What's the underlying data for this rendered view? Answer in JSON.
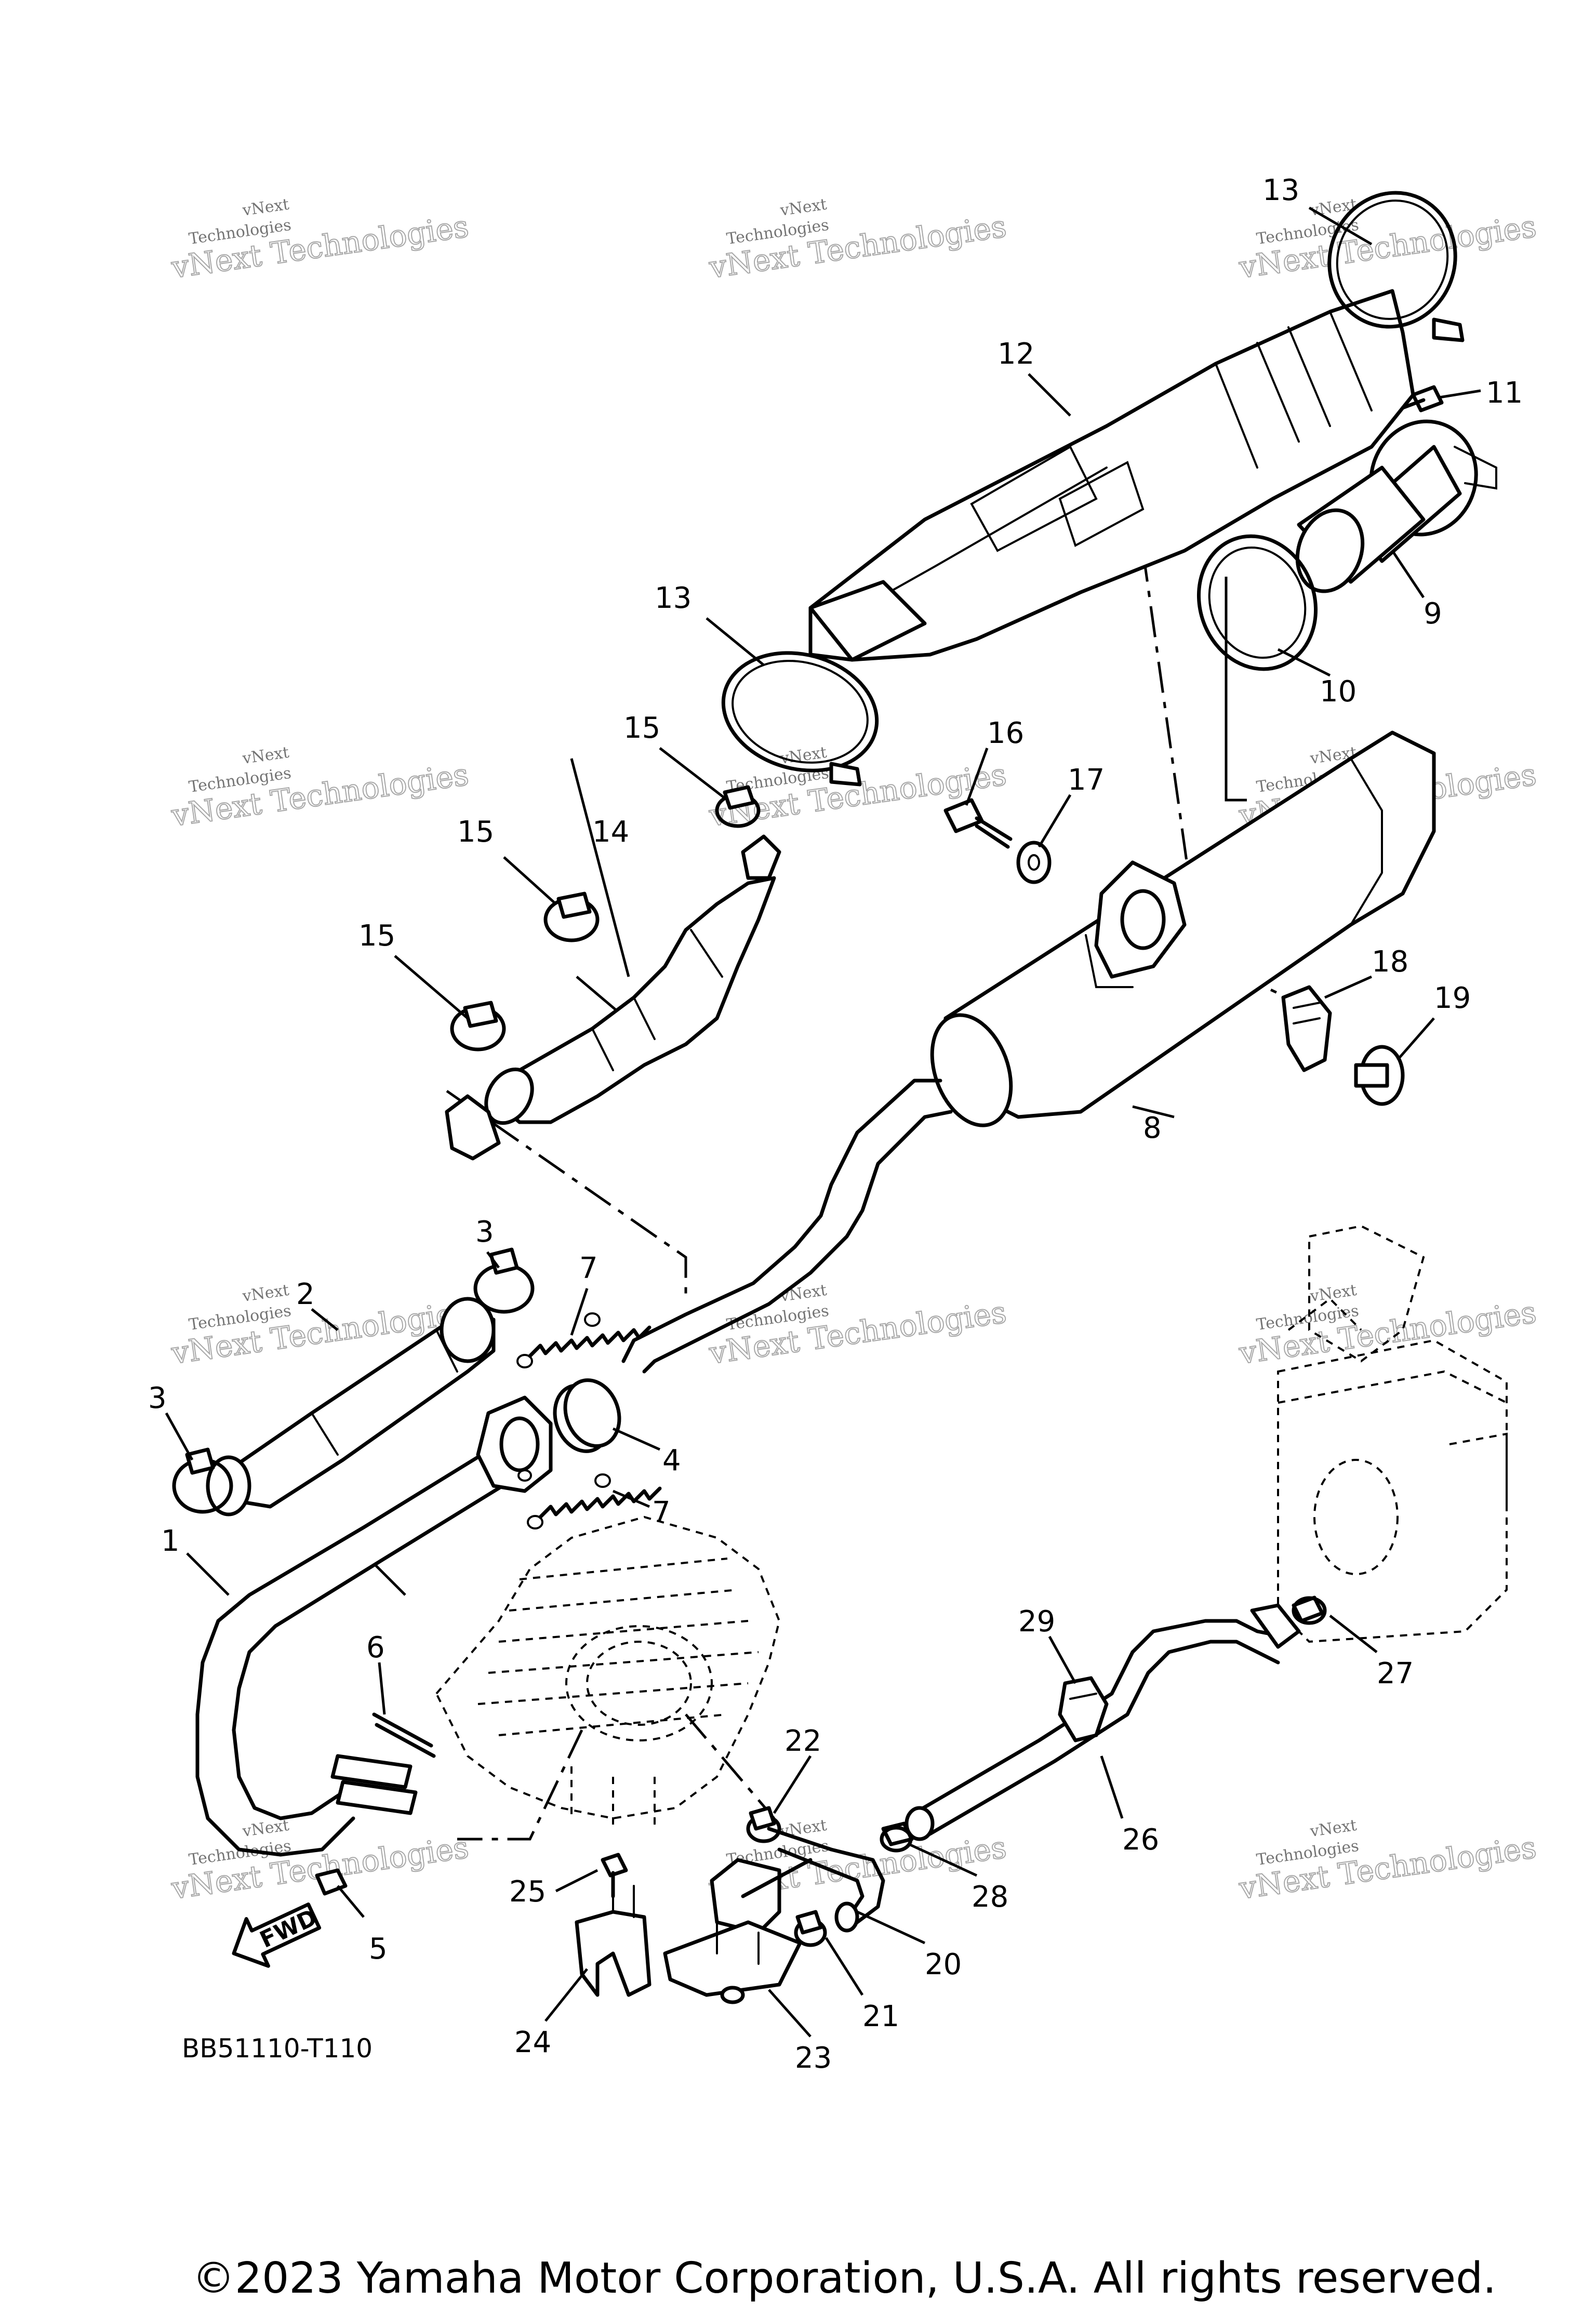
{
  "diagram_code": "BB51110-T110",
  "forward_label": "FWD",
  "copyright": "©2023 Yamaha Motor Corporation, U.S.A. All rights reserved.",
  "watermark": {
    "line1": "vNext",
    "line2": "Technologies",
    "overlay": "vNext Technologies"
  },
  "callouts": {
    "c1": "1",
    "c2": "2",
    "c3a": "3",
    "c3b": "3",
    "c4": "4",
    "c5": "5",
    "c6": "6",
    "c7a": "7",
    "c7b": "7",
    "c8": "8",
    "c9": "9",
    "c10": "10",
    "c11": "11",
    "c12": "12",
    "c13a": "13",
    "c13b": "13",
    "c14": "14",
    "c15a": "15",
    "c15b": "15",
    "c15c": "15",
    "c16": "16",
    "c17": "17",
    "c18": "18",
    "c19": "19",
    "c20": "20",
    "c21": "21",
    "c22": "22",
    "c23": "23",
    "c24": "24",
    "c25": "25",
    "c26": "26",
    "c27": "27",
    "c28": "28",
    "c29": "29"
  }
}
